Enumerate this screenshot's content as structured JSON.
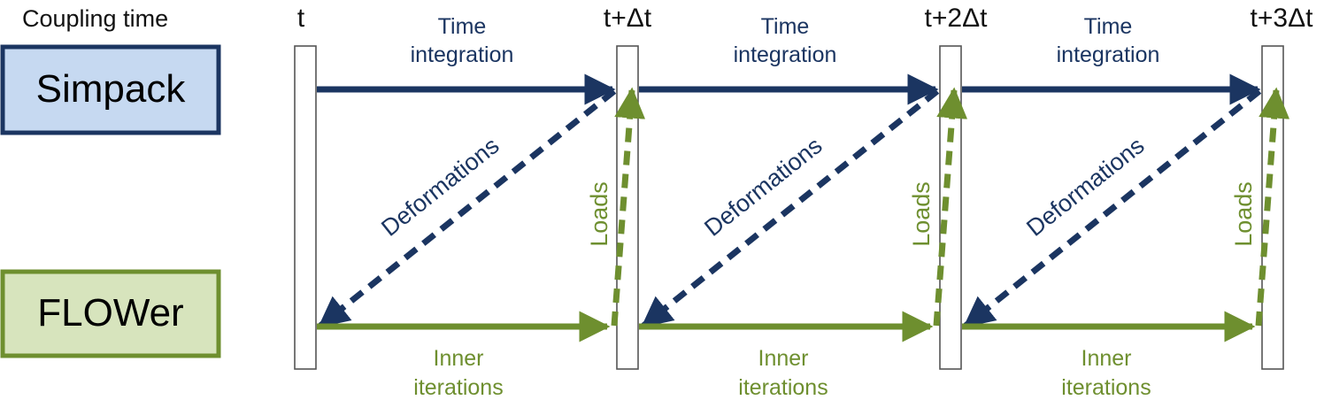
{
  "header": {
    "coupling_time_label": "Coupling time"
  },
  "codes": {
    "structural": {
      "label": "Simpack",
      "fill": "#c6d9f1",
      "stroke": "#1b3561"
    },
    "fluid": {
      "label": "FLOWer",
      "fill": "#d7e4bd",
      "stroke": "#6e8f2f"
    }
  },
  "colors": {
    "blue": "#1b3561",
    "green": "#6e8f2f",
    "bar_stroke": "#555555"
  },
  "time_steps": [
    {
      "label": "t"
    },
    {
      "label": "t+Δt"
    },
    {
      "label": "t+2Δt"
    },
    {
      "label": "t+3Δt"
    }
  ],
  "intervals": [
    {
      "time_integration": [
        "Time",
        "integration"
      ],
      "deformations": "Deformations",
      "loads": "Loads",
      "inner_iterations": [
        "Inner",
        "iterations"
      ]
    },
    {
      "time_integration": [
        "Time",
        "integration"
      ],
      "deformations": "Deformations",
      "loads": "Loads",
      "inner_iterations": [
        "Inner",
        "iterations"
      ]
    },
    {
      "time_integration": [
        "Time",
        "integration"
      ],
      "deformations": "Deformations",
      "loads": "Loads",
      "inner_iterations": [
        "Inner",
        "iterations"
      ]
    }
  ]
}
